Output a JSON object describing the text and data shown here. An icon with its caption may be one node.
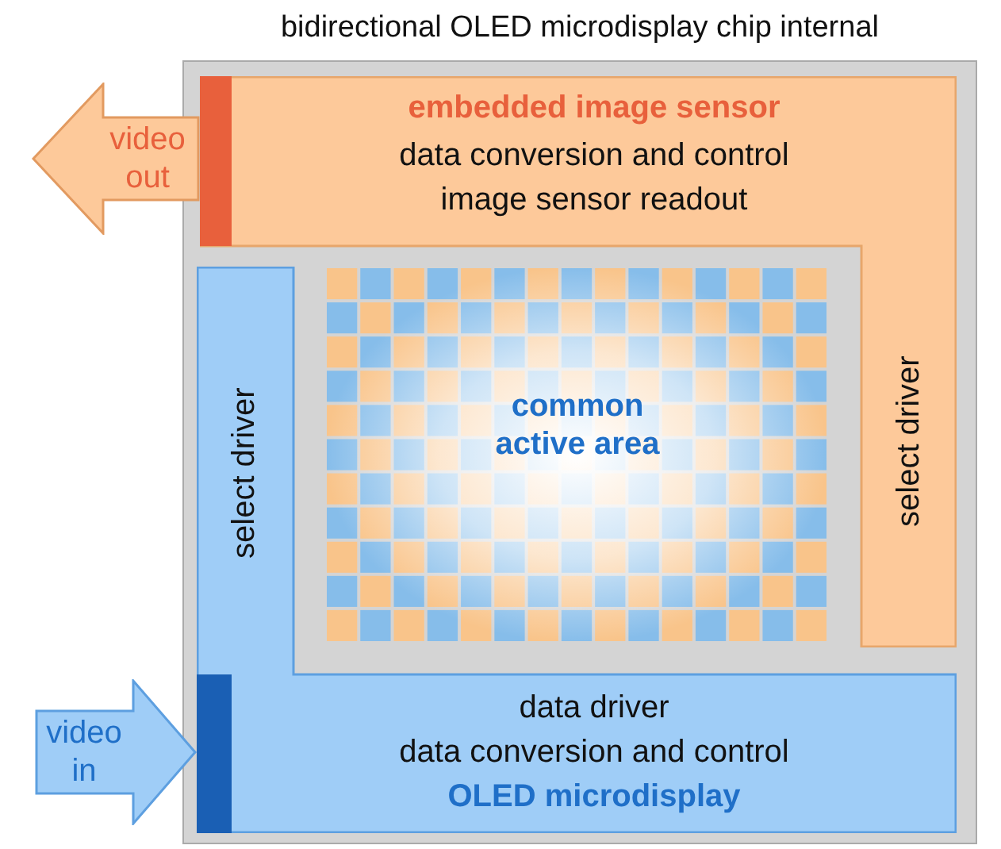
{
  "diagram": {
    "nodes": [
      {
        "text": [
          "bidirectional OLED microdisplay chip internal"
        ]
      },
      {
        "text": [
          "video out"
        ]
      },
      {
        "text": [
          "embedded image sensor",
          "data conversion and control",
          "image sensor readout",
          "select driver"
        ],
        "in": 0
      },
      {
        "text": [],
        "shape": "bar",
        "in": 2
      },
      {
        "text": [
          "select driver",
          "data driver",
          "data conversion and control",
          "OLED microdisplay"
        ],
        "in": 0
      },
      {
        "text": [],
        "shape": "bar",
        "in": 4
      },
      {
        "text": [
          "video in"
        ]
      },
      {
        "text": [
          "common active area"
        ],
        "in": 0
      }
    ],
    "edges": []
  }
}
